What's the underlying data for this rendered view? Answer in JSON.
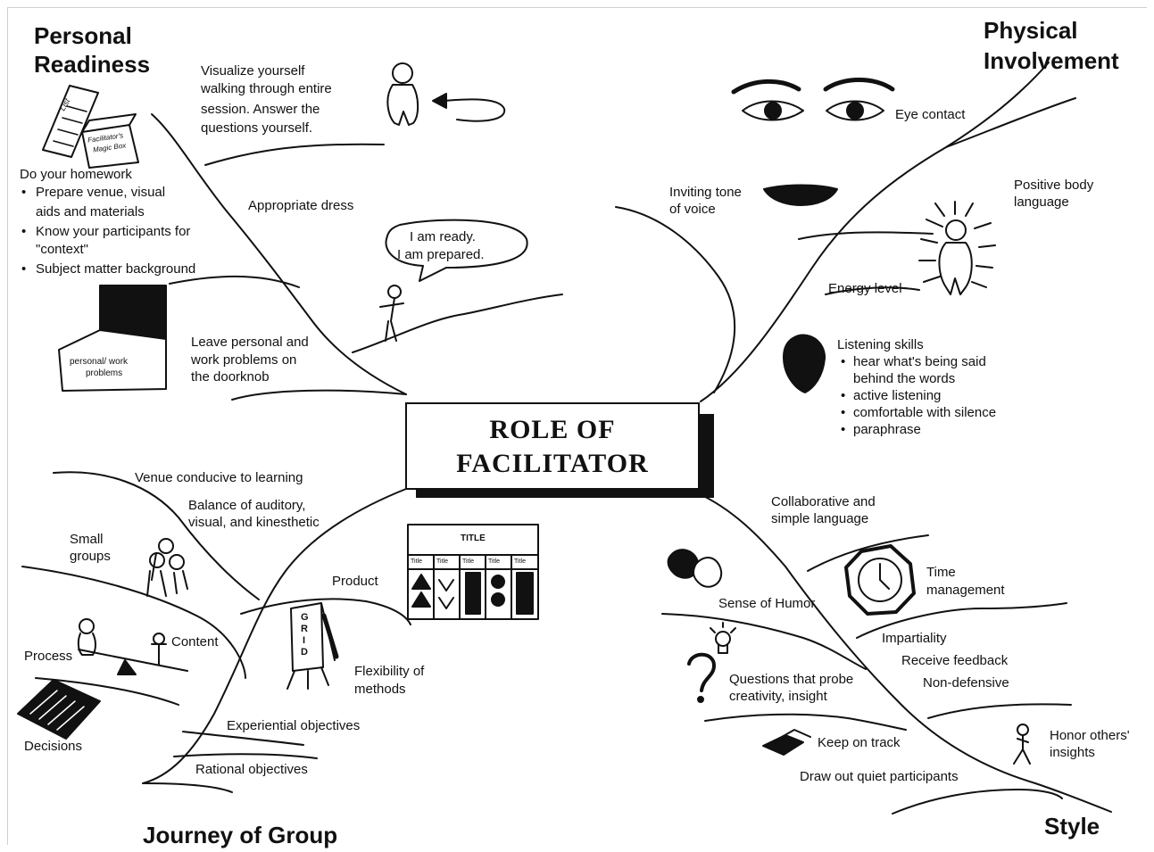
{
  "center": {
    "line1": "ROLE OF",
    "line2": "FACILITATOR"
  },
  "quadrants": {
    "personal_readiness": {
      "title_line1": "Personal",
      "title_line2": "Readiness",
      "visualize": [
        "Visualize yourself",
        "walking through entire",
        "session.  Answer the",
        "questions yourself."
      ],
      "homework": "Do your homework",
      "bullets": [
        "Prepare venue, visual",
        "aids and materials",
        "Know your participants for",
        "\"context\"",
        "Subject matter background"
      ],
      "appropriate_dress": "Appropriate dress",
      "speech": [
        "I am ready.",
        "I am prepared."
      ],
      "leave_problems": [
        "Leave personal and",
        "work problems on",
        "the doorknob"
      ],
      "box_label": [
        "personal/ work",
        "problems"
      ],
      "list_label": "List",
      "kit_label": [
        "Facilitator's",
        "Magic Box"
      ]
    },
    "physical_involvement": {
      "title_line1": "Physical",
      "title_line2": "Involvement",
      "eye_contact": "Eye contact",
      "tone": [
        "Inviting tone",
        "of voice"
      ],
      "body_language": [
        "Positive body",
        "language"
      ],
      "energy": "Energy level",
      "listening": "Listening skills",
      "listening_bullets": [
        "hear what's being said",
        "behind the words",
        "active listening",
        "comfortable with silence",
        "paraphrase"
      ]
    },
    "journey_of_group": {
      "title": "Journey of Group",
      "venue": "Venue conducive to learning",
      "balance": [
        "Balance of auditory,",
        "visual, and kinesthetic"
      ],
      "small_groups": [
        "Small",
        "groups"
      ],
      "product": "Product",
      "content": "Content",
      "process": "Process",
      "flexibility": [
        "Flexibility of",
        "methods"
      ],
      "decisions": "Decisions",
      "experiential": "Experiential objectives",
      "rational": "Rational objectives",
      "grid_label": [
        "G",
        "R",
        "I",
        "D"
      ],
      "table_title": "TITLE",
      "table_cols": [
        "Title",
        "Title",
        "Title",
        "Title",
        "Title"
      ]
    },
    "style": {
      "title": "Style",
      "collaborative": [
        "Collaborative and",
        "simple language"
      ],
      "humor": "Sense of Humor",
      "time": [
        "Time",
        "management"
      ],
      "impartiality": "Impartiality",
      "feedback": "Receive feedback",
      "non_defensive": "Non-defensive",
      "questions": [
        "Questions that probe",
        "creativity, insight"
      ],
      "track": "Keep on track",
      "honor": [
        "Honor others'",
        "insights"
      ],
      "quiet": "Draw out quiet participants"
    }
  },
  "colors": {
    "ink": "#111111",
    "paper": "#ffffff",
    "frame": "#cfcfcf"
  }
}
